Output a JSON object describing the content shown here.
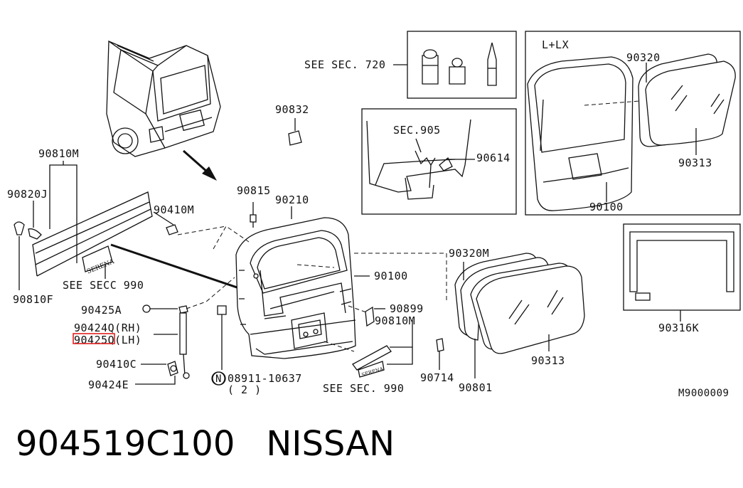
{
  "diagram": {
    "labels": {
      "see_sec_720": "SEE SEC. 720",
      "lx": "L+LX",
      "p90832": "90832",
      "p90320_top": "90320",
      "sec905": "SEC.905",
      "p90614": "90614",
      "p90313_top": "90313",
      "p90810m_left": "90810M",
      "p90820j": "90820J",
      "p90815": "90815",
      "p90210": "90210",
      "p90100_top": "90100",
      "p90410m": "90410M",
      "p90100_mid": "90100",
      "p90320m": "90320M",
      "p90810f": "90810F",
      "see_secc_990": "SEE SECC 990",
      "p90425a": "90425A",
      "p90899": "90899",
      "p90424q": "90424Q(RH)",
      "p90425q": "90425Q(LH)",
      "p90810m_mid": "90810M",
      "p90410c": "90410C",
      "p90424e": "90424E",
      "p08911": "08911-10637",
      "p08911_qty": "( 2 )",
      "n_symbol": "N",
      "see_sec_990": "SEE SEC. 990",
      "p90714": "90714",
      "p90801": "90801",
      "p90313_mid": "90313",
      "p90316k": "90316K",
      "ref": "M9000009",
      "badge_text": "SERENA",
      "badge_text_small": "SERENA"
    },
    "highlight_color": "#e02020"
  },
  "footer": {
    "part_number": "904519C100",
    "brand": "NISSAN"
  }
}
